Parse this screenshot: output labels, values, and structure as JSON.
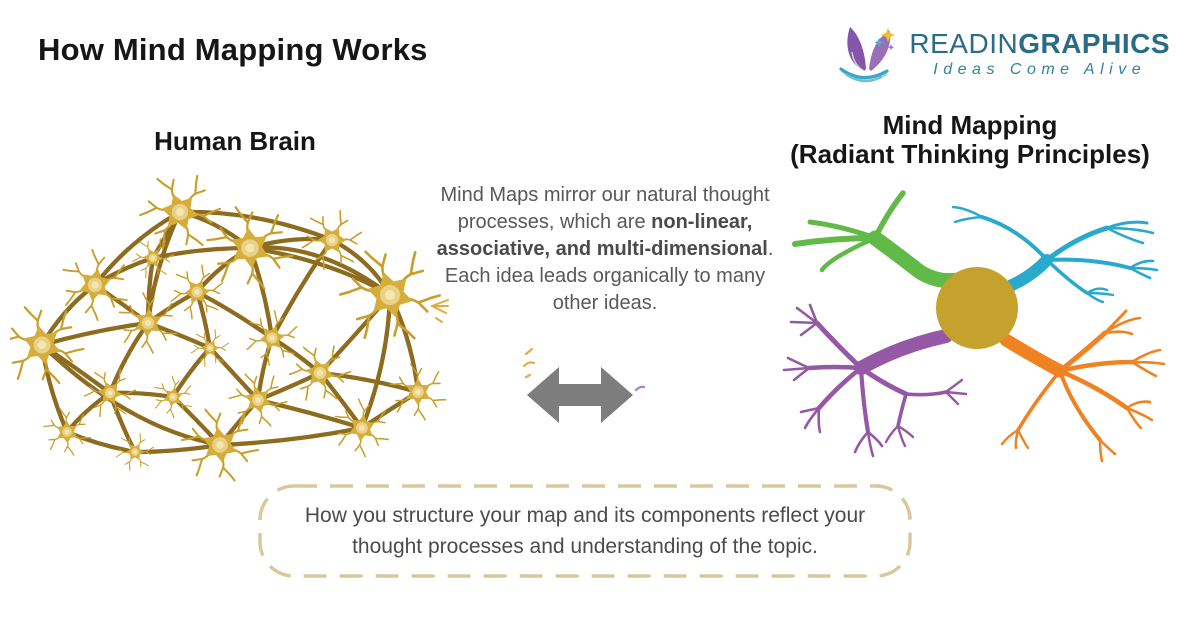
{
  "header": {
    "title": "How Mind Mapping Works"
  },
  "logo": {
    "brand_regular": "READIN",
    "brand_bold": "GRAPHICS",
    "tagline": "Ideas Come Alive"
  },
  "left_panel": {
    "heading": "Human Brain"
  },
  "right_panel": {
    "heading_line1": "Mind Mapping",
    "heading_line2": "(Radiant Thinking Principles)"
  },
  "center_note": {
    "text_before": "Mind Maps mirror our natural thought processes, which are ",
    "text_bold": "non-linear, associative, and multi-dimensional",
    "text_after": ". Each idea leads organically to many other ideas."
  },
  "bottom_note": {
    "text": "How you structure your map and its components reflect your thought processes and understanding of the topic."
  },
  "colors": {
    "title-black": "#161616",
    "body-gray": "#57585a",
    "note-gray": "#4b4b4b",
    "dashed-border": "#d9c89b",
    "arrow-gray": "#7d7d7d",
    "brand-teal": "#2a6b85",
    "brand-teal-light": "#2f8398",
    "map-gold": "#c5a22e",
    "map-green": "#61ba47",
    "map-teal": "#2aa9ce",
    "map-purple": "#9558a4",
    "map-orange": "#f08222",
    "neuron-body": "#d5ad3a",
    "neuron-inner": "#e9d186",
    "neuron-core": "#f4e6b3",
    "neuron-fiber": "#8d6c20",
    "neuron-dendrite": "#c89f2d",
    "logo-purple": "#8455a8",
    "logo-purple-light": "#9a6fb5",
    "logo-swoosh": "#35a8c8",
    "logo-star-yellow": "#f2bf2a",
    "sparkle-gold": "#e0ac3a"
  }
}
